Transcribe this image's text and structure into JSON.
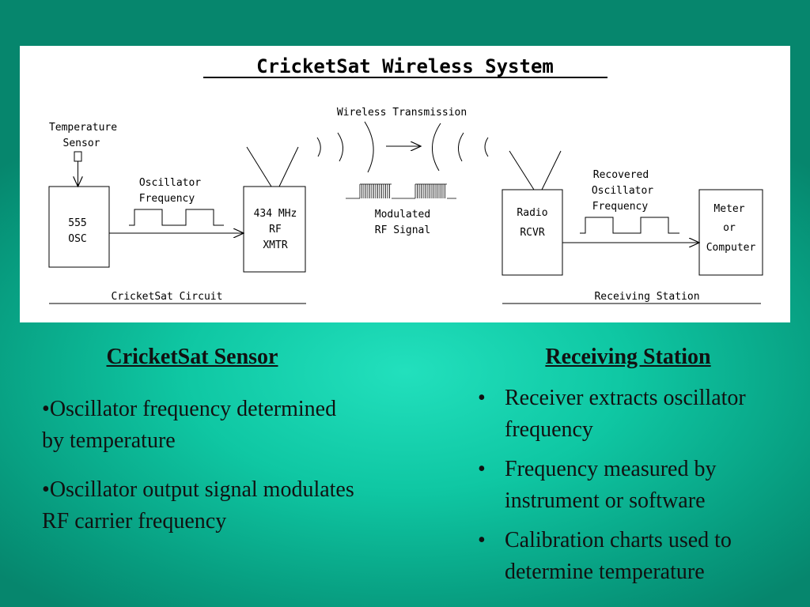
{
  "diagram": {
    "title": "CricketSat Wireless System",
    "temp_sensor": [
      "Temperature",
      "Sensor"
    ],
    "osc_freq": [
      "Oscillator",
      "Frequency"
    ],
    "osc_box": [
      "555",
      "OSC"
    ],
    "xmtr_box": [
      "434 MHz",
      "RF",
      "XMTR"
    ],
    "wireless_label": "Wireless Transmission",
    "modulated": [
      "Modulated",
      "RF Signal"
    ],
    "radio_box": [
      "Radio",
      "RCVR"
    ],
    "recovered": [
      "Recovered",
      "Oscillator",
      "Frequency"
    ],
    "meter_box": [
      "Meter",
      "or",
      "Computer"
    ],
    "circuit_label": "CricketSat Circuit",
    "station_label": "Receiving Station"
  },
  "left_column": {
    "heading": "CricketSat Sensor",
    "bullets": [
      "Oscillator frequency determined by temperature",
      "Oscillator output signal modulates RF carrier frequency"
    ]
  },
  "right_column": {
    "heading": "Receiving Station",
    "bullets": [
      "Receiver extracts oscillator frequency",
      "Frequency measured by instrument or software",
      "Calibration charts used to determine temperature"
    ]
  }
}
